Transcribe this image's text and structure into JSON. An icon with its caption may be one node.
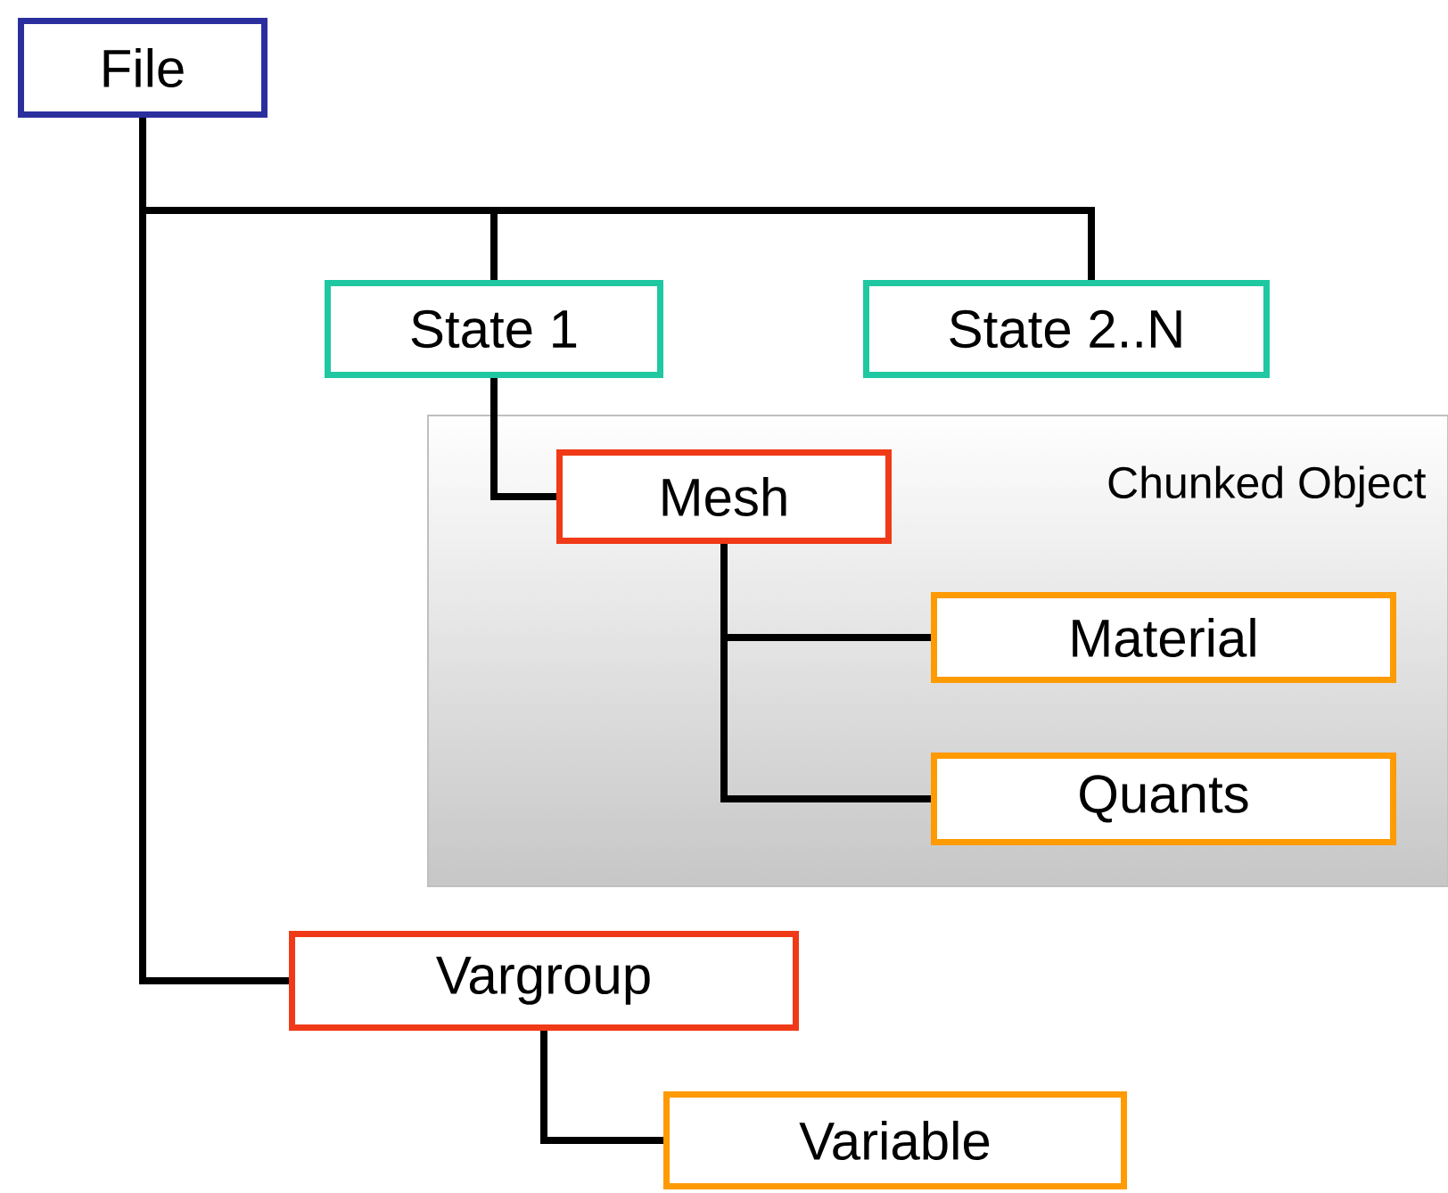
{
  "diagram": {
    "nodes": [
      {
        "text": [
          "File"
        ]
      },
      {
        "text": [
          "State 1"
        ]
      },
      {
        "text": [
          "State 2..N"
        ]
      },
      {
        "text": [
          "Chunked Object"
        ]
      },
      {
        "text": [
          "Mesh"
        ],
        "in": 3
      },
      {
        "text": [
          "Material"
        ],
        "in": 3
      },
      {
        "text": [
          "Quants"
        ],
        "in": 3
      },
      {
        "text": [
          "Vargroup"
        ]
      },
      {
        "text": [
          "Variable"
        ]
      }
    ],
    "edges": [
      {
        "from": 0,
        "to": 1,
        "arrow": "none"
      },
      {
        "from": 0,
        "to": 2,
        "arrow": "none"
      },
      {
        "from": 0,
        "to": 7,
        "arrow": "none"
      },
      {
        "from": 1,
        "to": 4,
        "arrow": "none"
      },
      {
        "from": 4,
        "to": 5,
        "arrow": "none"
      },
      {
        "from": 4,
        "to": 6,
        "arrow": "none"
      },
      {
        "from": 7,
        "to": 8,
        "arrow": "none"
      }
    ]
  }
}
